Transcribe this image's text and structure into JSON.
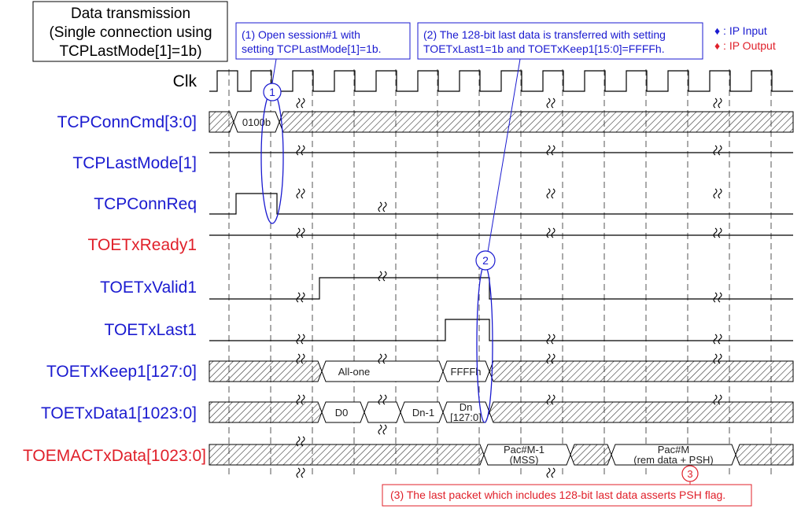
{
  "title": {
    "lines": [
      "Data transmission",
      "(Single connection using",
      "TCPLastMode[1]=1b)"
    ]
  },
  "legend": {
    "input": "♦ : IP Input",
    "output": "♦ : IP Output",
    "input_color": "#1a1ad0",
    "output_color": "#e0202a"
  },
  "notes": {
    "note1": [
      "(1) Open session#1 with",
      "setting TCPLastMode[1]=1b."
    ],
    "note2": [
      "(2) The 128-bit last data is transferred with setting",
      "TOETxLast1=1b and TOETxKeep1[15:0]=FFFFh."
    ],
    "note3": "(3) The last packet which includes 128-bit last data asserts PSH flag.",
    "marker1": "1",
    "marker2": "2",
    "marker3": "3"
  },
  "signals": [
    {
      "name": "Clk",
      "kind": "input"
    },
    {
      "name": "TCPConnCmd[3:0]",
      "kind": "input"
    },
    {
      "name": "TCPLastMode[1]",
      "kind": "input"
    },
    {
      "name": "TCPConnReq",
      "kind": "input"
    },
    {
      "name": "TOETxReady1",
      "kind": "output"
    },
    {
      "name": "TOETxValid1",
      "kind": "input"
    },
    {
      "name": "TOETxLast1",
      "kind": "input"
    },
    {
      "name": "TOETxKeep1[127:0]",
      "kind": "input"
    },
    {
      "name": "TOETxData1[1023:0]",
      "kind": "input"
    },
    {
      "name": "TOEMACTxData[1023:0]",
      "kind": "output"
    }
  ],
  "bus_values": {
    "conn_cmd": "0100b",
    "keep_allone": "All-one",
    "keep_last": "FFFFh",
    "data_d0": "D0",
    "data_dn1": "Dn-1",
    "data_dn_line1": "Dn",
    "data_dn_line2": "[127:0]",
    "mac_pm1_line1": "Pac#M-1",
    "mac_pm1_line2": "(MSS)",
    "mac_pm_line1": "Pac#M",
    "mac_pm_line2": "(rem data + PSH)"
  },
  "colors": {
    "input": "#1a1ad0",
    "output": "#e0202a",
    "wave": "#000000"
  }
}
